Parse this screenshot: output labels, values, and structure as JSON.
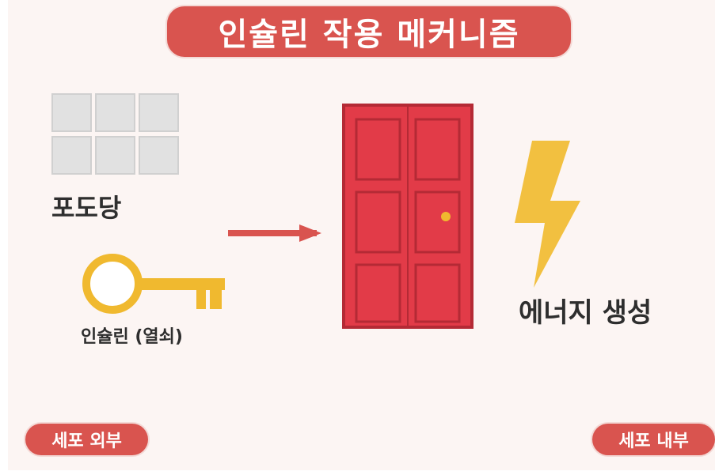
{
  "title": "인슐린 작용 메커니즘",
  "labels": {
    "glucose": "포도당",
    "insulin": "인슐린 (열쇠)",
    "energy": "에너지 생성"
  },
  "badges": {
    "outside": "세포 외부",
    "inside": "세포 내부"
  },
  "colors": {
    "accent": "#d9544f",
    "door": "#e23b48",
    "key": "#f0b92f",
    "lightning": "#f2c040",
    "grid": "#e1e1e1"
  }
}
